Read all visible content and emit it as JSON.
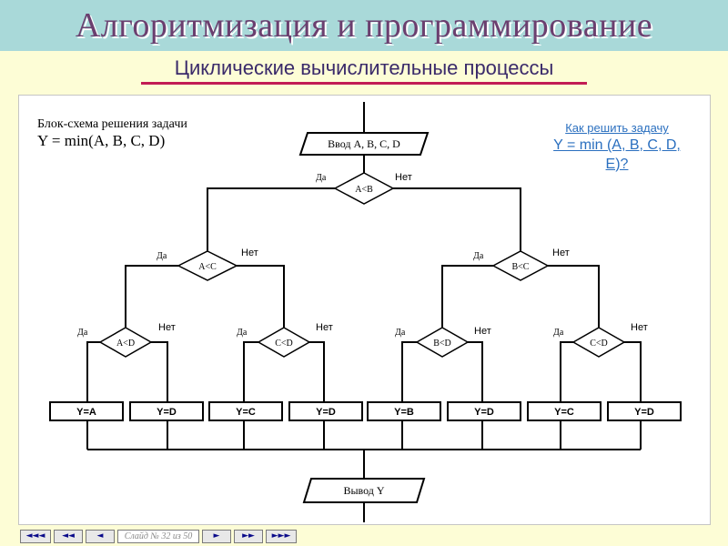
{
  "slide_title": "Алгоритмизация и программирование",
  "slide_subtitle": "Циклические вычислительные процессы",
  "caption": {
    "line1": "Блок-схема решения задачи",
    "line2": "Y = min(A, B, C, D)"
  },
  "question": {
    "line1": "Как решить задачу",
    "line2": "Y = min (A, B, C, D,",
    "line3": "E)?"
  },
  "flowchart": {
    "input_block": "Ввод A, B, C, D",
    "output_block": "Вывод Y",
    "yes_label": "Да",
    "no_label": "Нет",
    "conditions": {
      "root": "A<B",
      "left": "A<C",
      "right": "B<C",
      "left_left": "A<D",
      "left_right": "C<D",
      "right_left": "B<D",
      "right_right": "C<D"
    },
    "results": [
      "Y=A",
      "Y=D",
      "Y=C",
      "Y=D",
      "Y=B",
      "Y=D",
      "Y=C",
      "Y=D"
    ]
  },
  "navigation": {
    "first": "◄◄◄",
    "prev_section": "◄◄",
    "prev": "◄",
    "slide_indicator": "Слайд № 32 из 50",
    "next": "►",
    "next_section": "►►",
    "last": "►►►"
  },
  "colors": {
    "background": "#fdfdd6",
    "header_band": "#a9d9d9",
    "title": "#6b3f6f",
    "subtitle_underline": "#c21c54",
    "link": "#2a6fbf"
  }
}
